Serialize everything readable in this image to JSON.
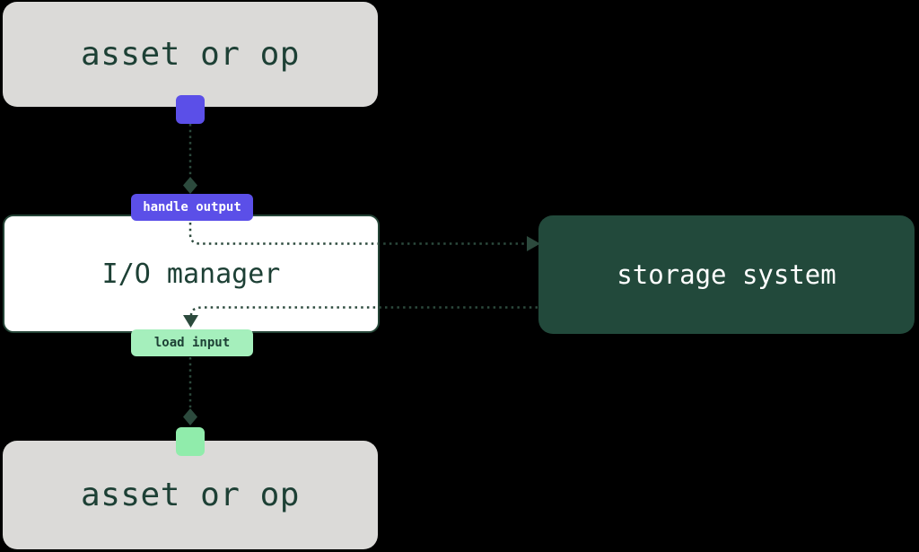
{
  "diagram": {
    "nodes": {
      "asset_top": {
        "label": "asset or op"
      },
      "io_manager": {
        "label": "I/O manager"
      },
      "storage_system": {
        "label": "storage system"
      },
      "asset_bottom": {
        "label": "asset or op"
      }
    },
    "edge_badges": {
      "handle_output": {
        "label": "handle output"
      },
      "load_input": {
        "label": "load input"
      }
    },
    "colors": {
      "background": "#000000",
      "asset_box_fill": "#DBDAD8",
      "asset_text": "#1D4035",
      "io_fill": "#FFFFFF",
      "io_border": "#254537",
      "storage_fill": "#22493B",
      "storage_text": "#FFFFFF",
      "purple_accent": "#5B4FE8",
      "green_badge": "#A5EFBC",
      "green_square": "#90ECAB",
      "connector": "#2C4A3D"
    }
  }
}
